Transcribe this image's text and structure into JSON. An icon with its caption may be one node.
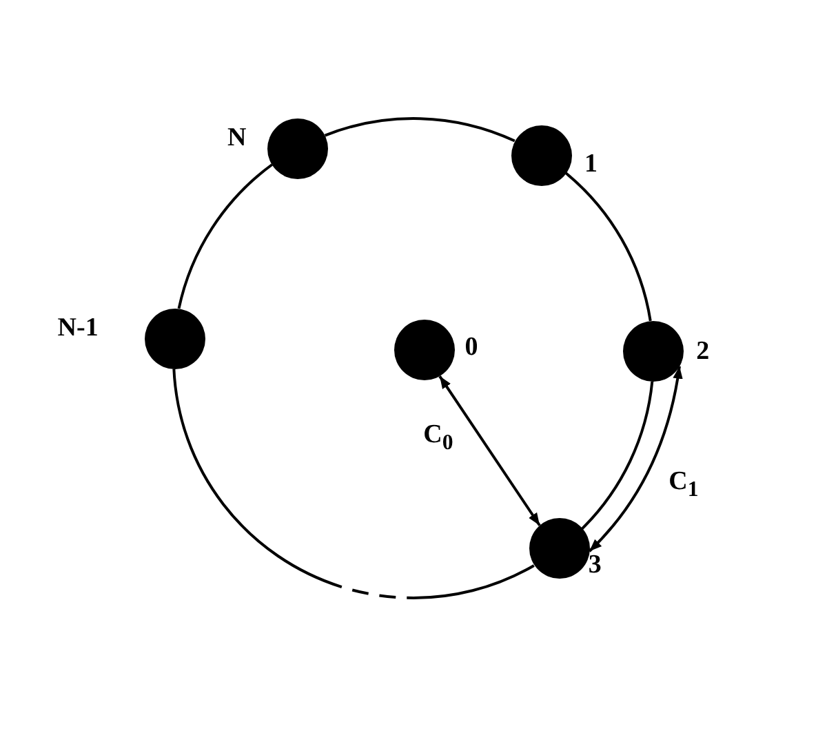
{
  "diagram": {
    "nodes": [
      {
        "text": [],
        "shape": "circle",
        "beside": [
          "N"
        ]
      },
      {
        "text": [],
        "shape": "circle",
        "beside": [
          "1"
        ]
      },
      {
        "text": [],
        "shape": "circle",
        "beside": [
          "N-1"
        ]
      },
      {
        "text": [],
        "shape": "circle",
        "beside": [
          "0"
        ]
      },
      {
        "text": [],
        "shape": "circle",
        "beside": [
          "2"
        ]
      },
      {
        "text": [],
        "shape": "circle",
        "beside": [
          "3"
        ]
      }
    ],
    "edges": [
      {
        "from": 0,
        "to": 1,
        "arrow": "none"
      },
      {
        "from": 1,
        "to": 4,
        "arrow": "none"
      },
      {
        "from": 4,
        "to": 5,
        "arrow": "none"
      },
      {
        "from": 5,
        "to": 2,
        "arrow": "none",
        "style": "dashed"
      },
      {
        "from": 2,
        "to": 0,
        "arrow": "none"
      },
      {
        "from": 3,
        "to": 5,
        "arrow": "both",
        "label": "C$_{0}$"
      },
      {
        "from": 4,
        "to": 5,
        "arrow": "both",
        "label": "C$_{1}$"
      }
    ]
  }
}
